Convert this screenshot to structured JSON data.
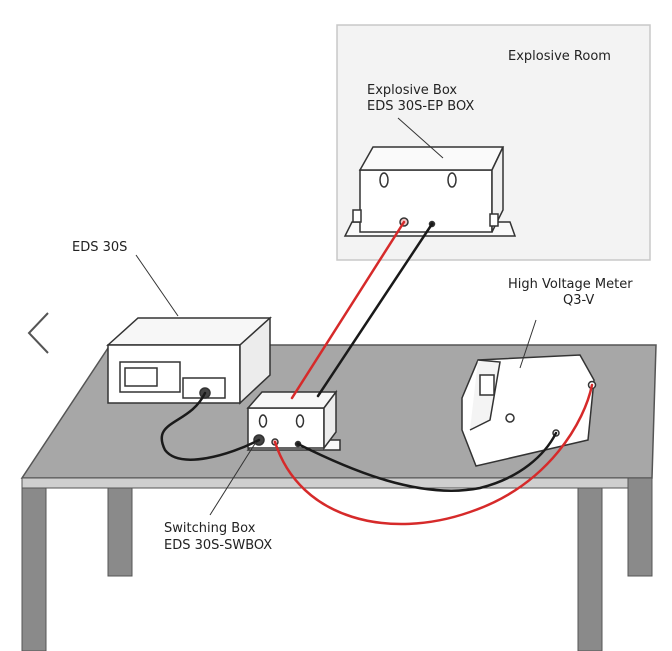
{
  "labels": {
    "explosive_room": "Explosive Room",
    "explosive_box_line1": "Explosive Box",
    "explosive_box_line2": "EDS 30S-EP BOX",
    "eds30s": "EDS 30S",
    "hv_meter_line1": "High Voltage Meter",
    "hv_meter_line2": "Q3-V",
    "switching_box_line1": "Switching Box",
    "switching_box_line2": "EDS 30S-SWBOX"
  },
  "colors": {
    "table_top": "#a7a7a7",
    "table_leg": "#8a8a8a",
    "room_fill": "#f3f3f3",
    "room_border": "#c8c8c8",
    "cable_red": "#d62a2a",
    "cable_black": "#1a1a1a",
    "outline": "#333333"
  },
  "nav": {
    "prev_icon": "chevron-left-icon"
  }
}
